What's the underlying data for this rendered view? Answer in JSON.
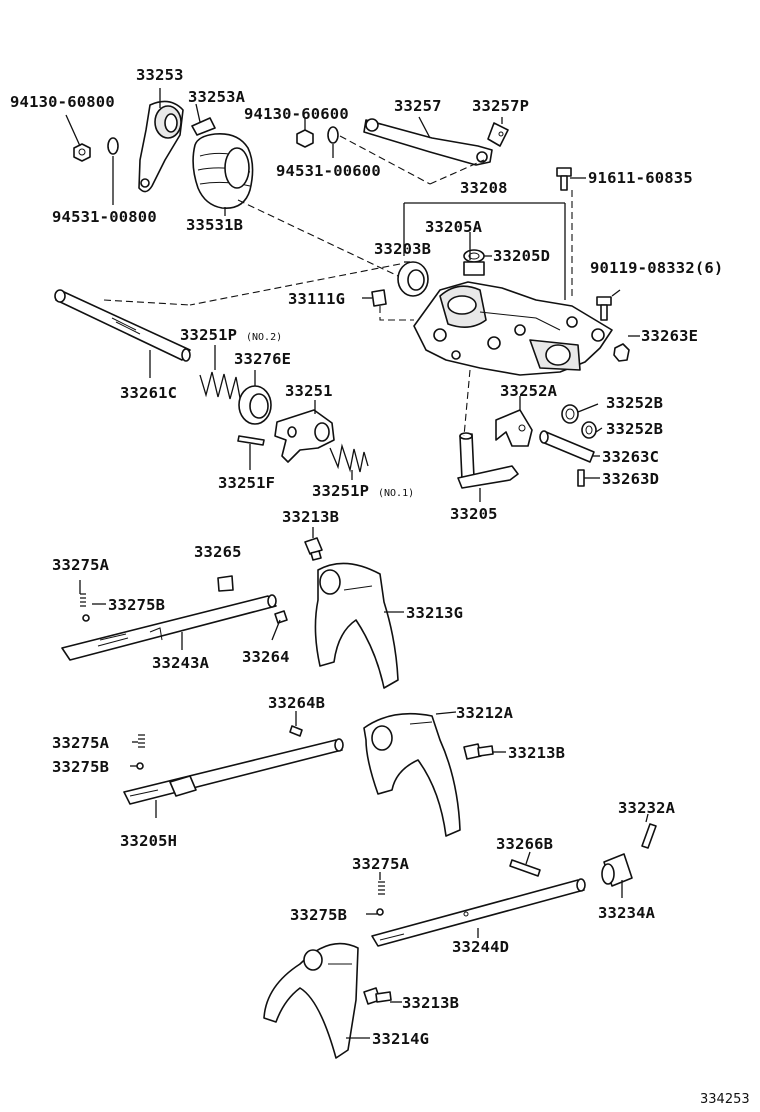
{
  "diagram": {
    "reference_number": "334253",
    "parts": {
      "p33253": "33253",
      "p33253A": "33253A",
      "p94130_60800": "94130-60800",
      "p94531_00800": "94531-00800",
      "p33531B": "33531B",
      "p94130_60600": "94130-60600",
      "p94531_00600": "94531-00600",
      "p33257": "33257",
      "p33257P": "33257P",
      "p91611_60835": "91611-60835",
      "p33208": "33208",
      "p33205A": "33205A",
      "p33205D": "33205D",
      "p33203B": "33203B",
      "p90119_08332": "90119-08332(6)",
      "p33111G": "33111G",
      "p33263E": "33263E",
      "p33251P_NO2": "33251P",
      "no2": "(NO.2)",
      "p33276E": "33276E",
      "p33261C": "33261C",
      "p33251": "33251",
      "p33251F": "33251F",
      "p33251P_NO1": "33251P",
      "no1": "(NO.1)",
      "p33252A": "33252A",
      "p33252B_1": "33252B",
      "p33252B_2": "33252B",
      "p33263C": "33263C",
      "p33263D": "33263D",
      "p33205": "33205",
      "p33213B_top": "33213B",
      "p33265": "33265",
      "p33275A_1": "33275A",
      "p33275B_1": "33275B",
      "p33213G": "33213G",
      "p33243A": "33243A",
      "p33264": "33264",
      "p33264B": "33264B",
      "p33212A": "33212A",
      "p33275A_2": "33275A",
      "p33275B_2": "33275B",
      "p33213B_mid": "33213B",
      "p33205H": "33205H",
      "p33232A": "33232A",
      "p33266B": "33266B",
      "p33275A_3": "33275A",
      "p33275B_3": "33275B",
      "p33234A": "33234A",
      "p33244D": "33244D",
      "p33213B_bot": "33213B",
      "p33214G": "33214G"
    }
  }
}
